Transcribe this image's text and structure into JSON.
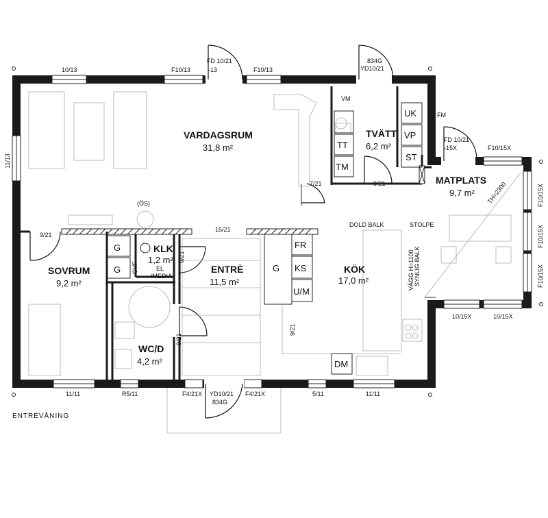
{
  "title": "ENTRÉVÅNING",
  "rooms": {
    "vardagsrum": {
      "name": "VARDAGSRUM",
      "area": "31,8 m²"
    },
    "tvatt": {
      "name": "TVÄTT",
      "area": "6,2 m²"
    },
    "matplats": {
      "name": "MATPLATS",
      "area": "9,7 m²"
    },
    "sovrum": {
      "name": "SOVRUM",
      "area": "9,2 m²"
    },
    "klk": {
      "name": "KLK",
      "area": "1,2 m²"
    },
    "entre": {
      "name": "ENTRÈ",
      "area": "11,5 m²"
    },
    "kok": {
      "name": "KÖK",
      "area": "17,0 m²"
    },
    "wcd": {
      "name": "WC/D",
      "area": "4,2 m²"
    }
  },
  "fixtures": {
    "uk": "UK",
    "vp": "VP",
    "st": "ST",
    "tt": "TT",
    "tm": "TM",
    "vm": "VM",
    "fm": "FM",
    "fr": "FR",
    "ks": "KS",
    "um": "U/M",
    "g_kok": "G",
    "g1": "G",
    "g2": "G",
    "gvf": "GVF",
    "el": "EL",
    "media": "/MEDIA",
    "dm": "DM",
    "os": "(ÖS)"
  },
  "windows": {
    "w1": "10/13",
    "w2": "F10/13",
    "w3": "F10/13",
    "w4": "11/13",
    "w5": "F10/15X",
    "w6": "F10/15X",
    "w7": "F10/15X",
    "w8": "F10/15X",
    "w9": "10/15X",
    "w10": "10/15X",
    "w11": "11/11",
    "w12": "R5/11",
    "w13": "F4/21X",
    "w14": "F4/21X",
    "w15": "5/11",
    "w16": "11/11"
  },
  "doors": {
    "fd_top_a": "FD 10/21",
    "fd_top_b": "-13",
    "yd_top_a": "834G",
    "yd_top_b": "YD10/21",
    "fd_mat_a": "FD 10/21",
    "fd_mat_b": "-15X",
    "yd_bot_a": "YD10/21",
    "yd_bot_b": "834G",
    "d_7_21": "7/21",
    "d_9_21_tv": "9/21",
    "d_9_21_sov": "9/21",
    "d_15_21": "15/21",
    "d_9_21_klk": "9/21",
    "d_9_21_wc": "9/21",
    "d_9_21_hall": "9/21"
  },
  "notes": {
    "dold_balk": "DOLD BALK",
    "stolpe": "STOLPE",
    "synlig_balk": "SYNLIG BALK",
    "vagg": "VÄGG H=1100",
    "th": "TH=2300"
  }
}
